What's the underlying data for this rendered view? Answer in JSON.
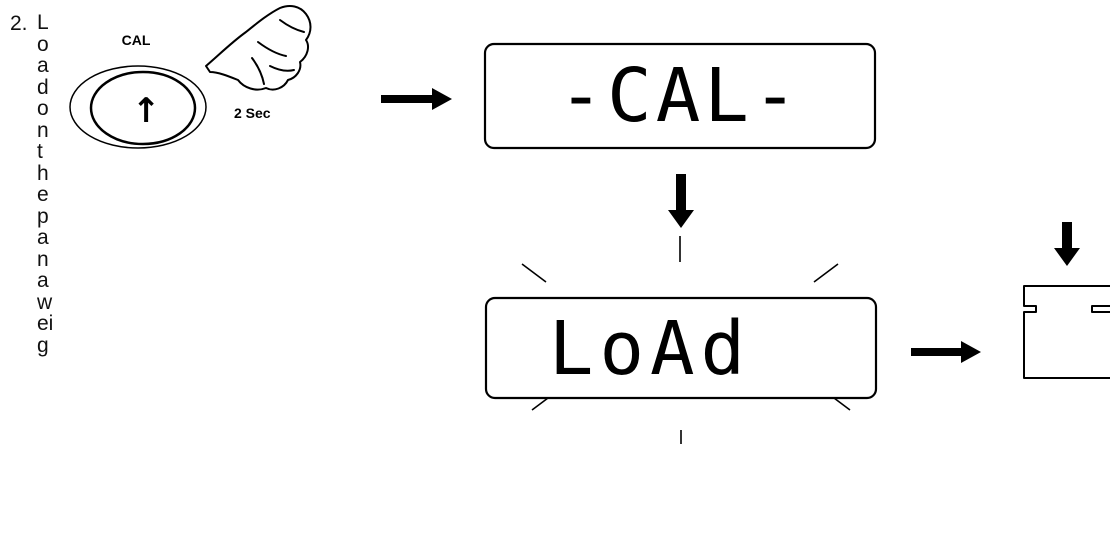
{
  "step": {
    "number": "2.",
    "chars": [
      "L",
      "o",
      "a",
      "d",
      "o",
      "n",
      "t",
      "h",
      "e",
      "p",
      "a",
      "n",
      "a",
      "w",
      "ei",
      "g"
    ]
  },
  "button": {
    "label": "CAL",
    "arrow_glyph": "↑",
    "hold_time": "2 Sec",
    "icon": "pointing-hand-icon"
  },
  "displays": {
    "first": "-CAL-",
    "second": "LoAd"
  },
  "icons": {
    "arrows": "arrow-icon",
    "weight": "calibration-weight-icon",
    "flash": "flash-lines-icon"
  }
}
